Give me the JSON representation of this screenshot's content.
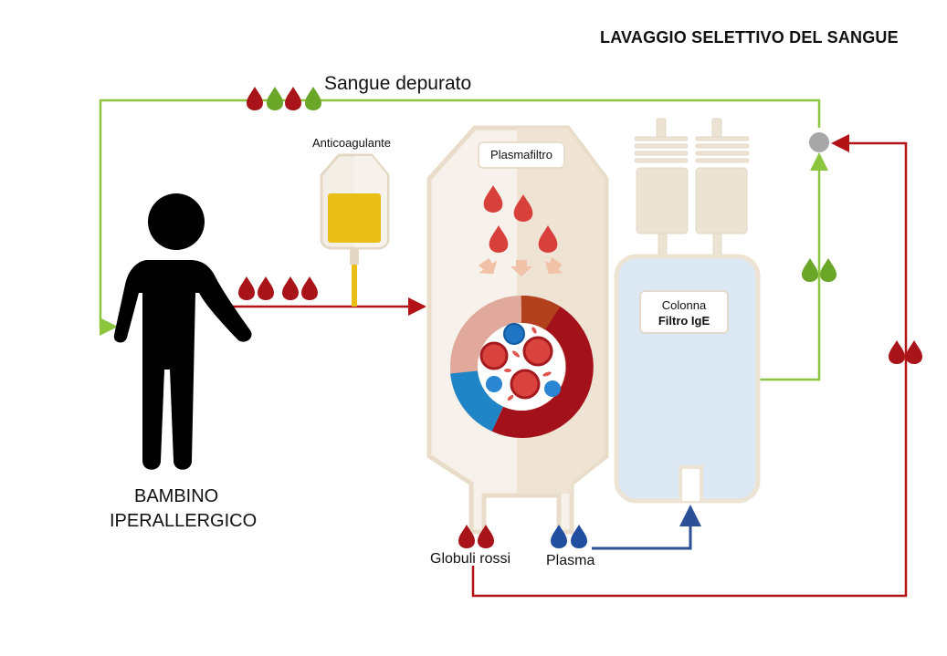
{
  "title": "LAVAGGIO SELETTIVO DEL SANGUE",
  "labels": {
    "sangue_depurato": "Sangue depurato",
    "anticoagulante": "Anticoagulante",
    "plasmafiltro": "Plasmafiltro",
    "colonna": "Colonna",
    "filtro_ige": "Filtro IgE",
    "bambino_line1": "BAMBINO",
    "bambino_line2": "IPERALLERGICO",
    "globuli_rossi": "Globuli rossi",
    "plasma": "Plasma"
  },
  "colors": {
    "red_line": "#b31217",
    "green_line": "#8cc63f",
    "blue_line": "#2a4f96",
    "drop_red": "#a8141a",
    "drop_green": "#6aa628",
    "drop_blue": "#1f4f9e",
    "bag_fill": "#ece3d5",
    "column_fill": "#dce8f4",
    "anticoag_yellow": "#e8be17"
  },
  "icons": [
    "person-icon",
    "blood-drop-icon",
    "anticoagulant-bag-icon",
    "plasmafilter-icon",
    "column-icon",
    "junction-icon"
  ]
}
